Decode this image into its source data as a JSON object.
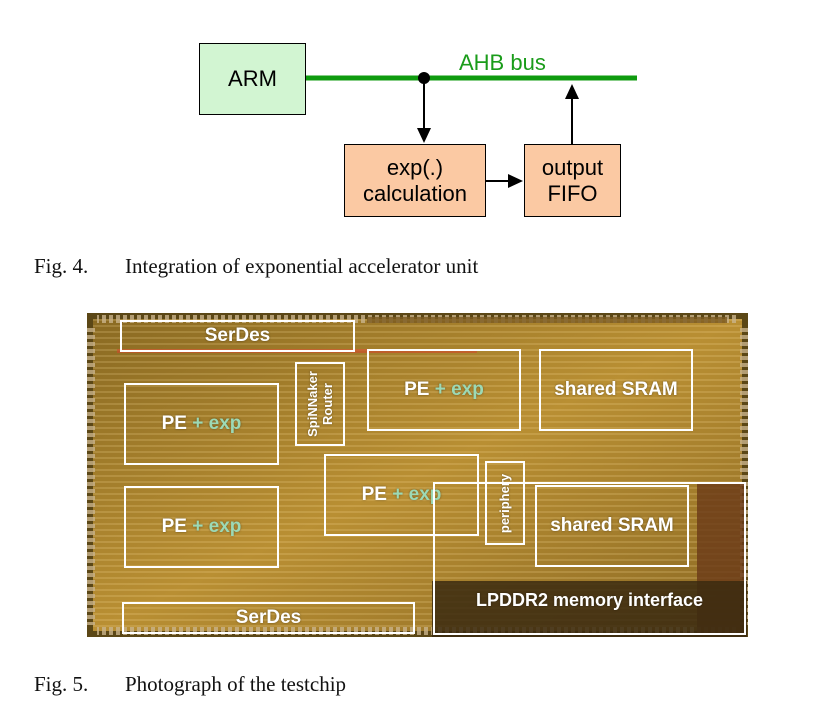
{
  "figure4": {
    "blocks": {
      "arm": "ARM",
      "exp_line1": "exp(.)",
      "exp_line2": "calculation",
      "fifo_line1": "output",
      "fifo_line2": "FIFO"
    },
    "bus_label": "AHB bus",
    "colors": {
      "bus": "#0f9b0f",
      "arm_fill": "#d2f5d2",
      "block_fill": "#fbc9a3"
    },
    "caption_number": "Fig. 4.",
    "caption_text": "Integration of exponential accelerator unit"
  },
  "figure5": {
    "regions": {
      "serdes_top": "SerDes",
      "serdes_bottom": "SerDes",
      "pe1": "PE",
      "pe2": "PE",
      "pe3": "PE",
      "pe4": "PE",
      "exp_suffix": "+ exp",
      "router_line1": "SpiNNaker",
      "router_line2": "Router",
      "periphery": "periphery",
      "sram_top": "shared SRAM",
      "sram_bottom": "shared SRAM",
      "lpddr2": "LPDDR2 memory interface"
    },
    "colors": {
      "accent_exp": "#9cd9b5",
      "die": "#b58a2a"
    },
    "caption_number": "Fig. 5.",
    "caption_text": "Photograph of the testchip"
  }
}
